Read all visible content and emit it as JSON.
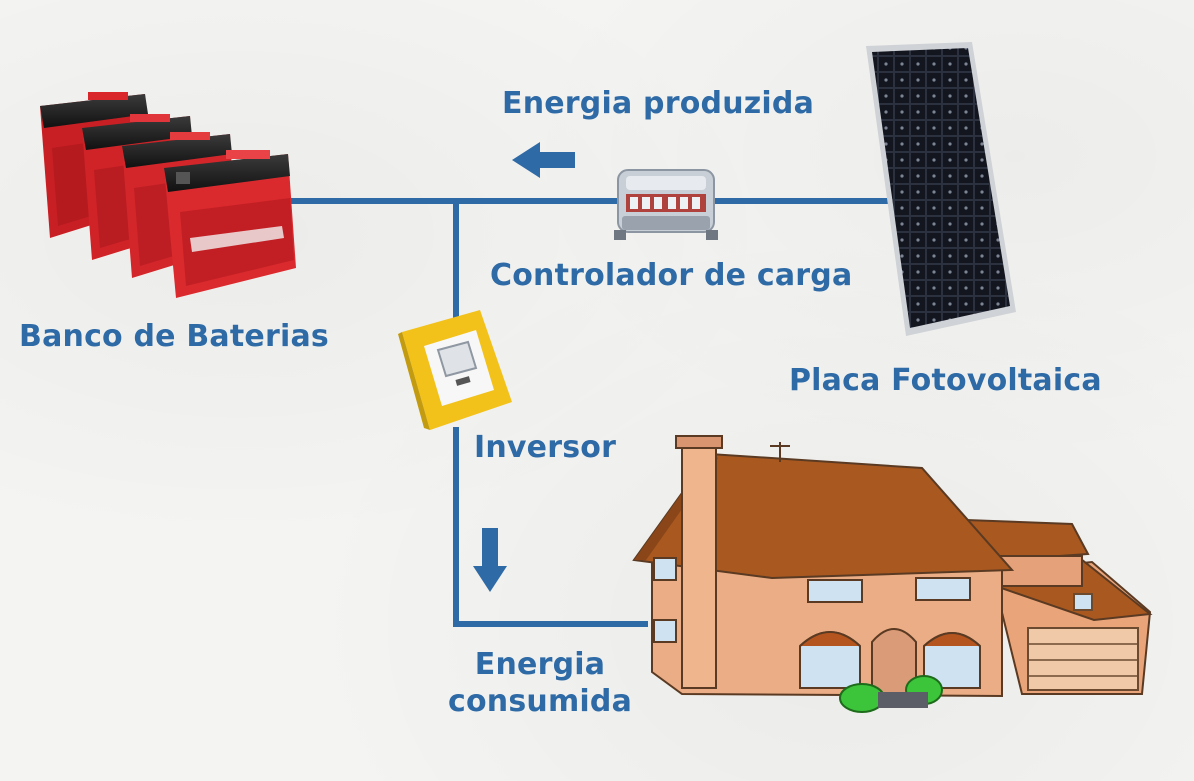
{
  "labels": {
    "energy_produced": "Energia produzida",
    "charge_controller": "Controlador de carga",
    "battery_bank": "Banco de Baterias",
    "inverter": "Inversor",
    "solar_panel": "Placa Fotovoltaica",
    "energy_consumed_line1": "Energia",
    "energy_consumed_line2": "consumida"
  },
  "colors": {
    "wire": "#2e6aa6",
    "text": "#2e6aa6",
    "battery": "#d8262a",
    "inverter": "#f2c21a",
    "panel": "#1d2030",
    "house_wall": "#e8a37a",
    "roof": "#a2531d"
  },
  "icons": [
    "battery-icon",
    "charge-controller-icon",
    "solar-panel-icon",
    "inverter-icon",
    "house-icon",
    "arrow-left-icon",
    "arrow-down-icon"
  ]
}
